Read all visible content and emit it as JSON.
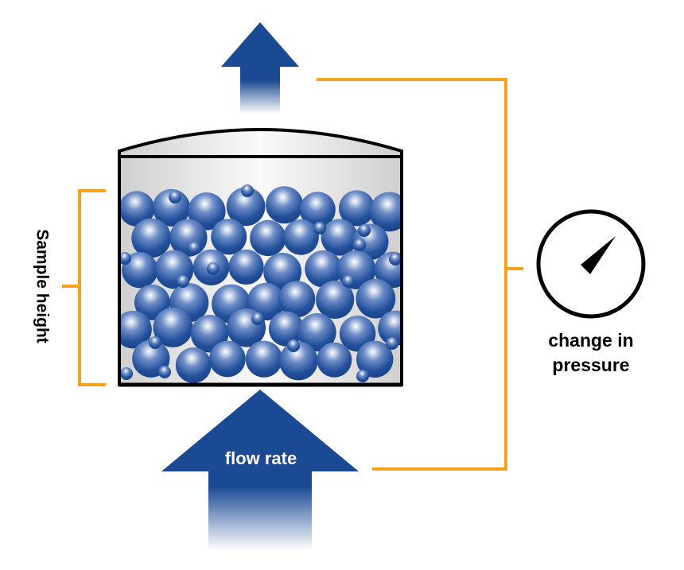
{
  "labels": {
    "sample_height": "Sample height",
    "flow_rate": "flow rate",
    "change_line1": "change in",
    "change_line2": "pressure"
  },
  "colors": {
    "arrow_blue": "#1a4a94",
    "bracket_orange": "#f7a21b",
    "sphere_blue": "#1f4d99",
    "outline": "#000000"
  },
  "icons": {
    "gauge": "pressure-gauge-icon",
    "arrow_out": "arrow-up-icon",
    "arrow_in": "arrow-up-icon"
  }
}
